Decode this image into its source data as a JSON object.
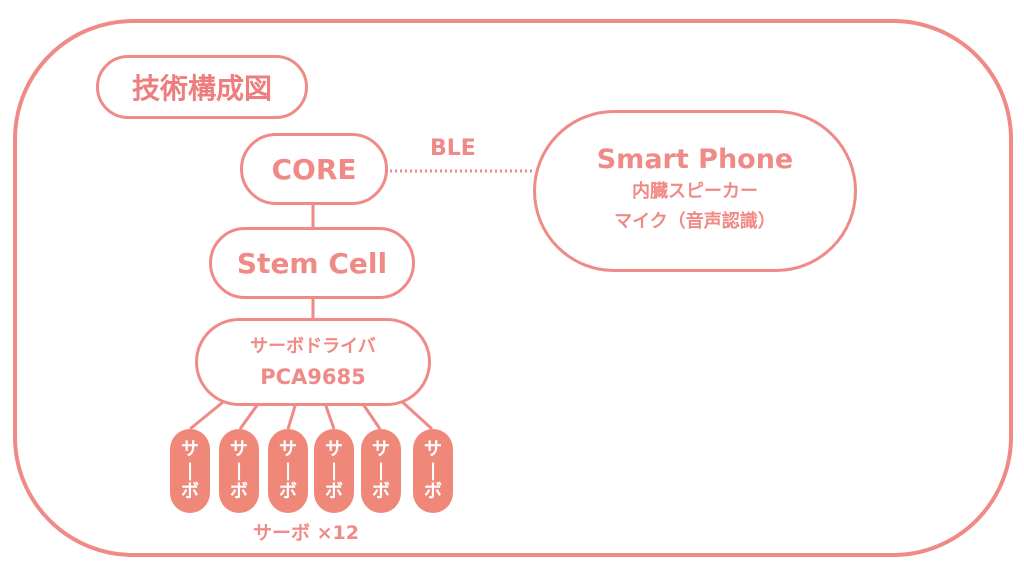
{
  "title": "技術構成図",
  "nodes": {
    "core": "CORE",
    "stem_cell": "Stem Cell",
    "servo_driver": {
      "line1": "サーボドライバ",
      "line2": "PCA9685"
    },
    "smartphone": {
      "line1": "Smart Phone",
      "line2": "内臓スピーカー",
      "line3": "マイク（音声認識）"
    }
  },
  "connection_label": "BLE",
  "servos": [
    {
      "top": "サ",
      "bottom": "ボ"
    },
    {
      "top": "サ",
      "bottom": "ボ"
    },
    {
      "top": "サ",
      "bottom": "ボ"
    },
    {
      "top": "サ",
      "bottom": "ボ"
    },
    {
      "top": "サ",
      "bottom": "ボ"
    },
    {
      "top": "サ",
      "bottom": "ボ"
    }
  ],
  "servo_count_label": "サーボ ×12",
  "colors": {
    "accent": "#F08A86",
    "servo_fill": "#F0887A"
  }
}
